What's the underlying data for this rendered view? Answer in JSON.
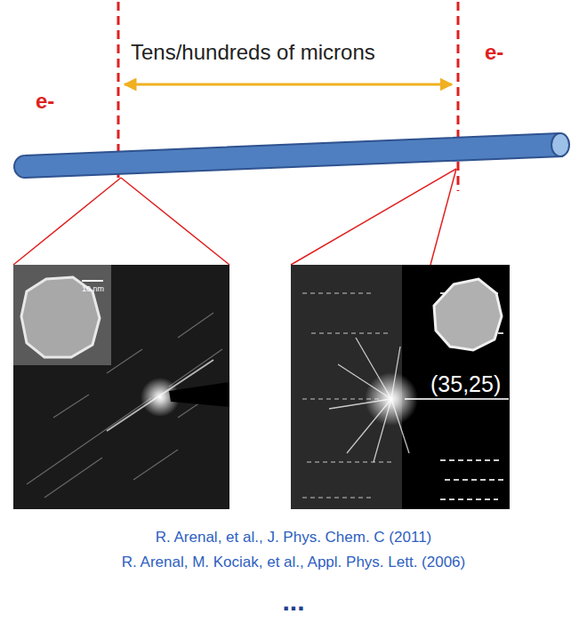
{
  "diagram": {
    "labels": [
      "Tens/hundreds of microns",
      "e-",
      "e-",
      "10 nm",
      "(35,25)",
      "R. Arenal, et al., J. Phys. Chem. C (2011)",
      "R. Arenal, M. Kociak, et al., Appl. Phys. Lett. (2006)",
      "..."
    ]
  }
}
